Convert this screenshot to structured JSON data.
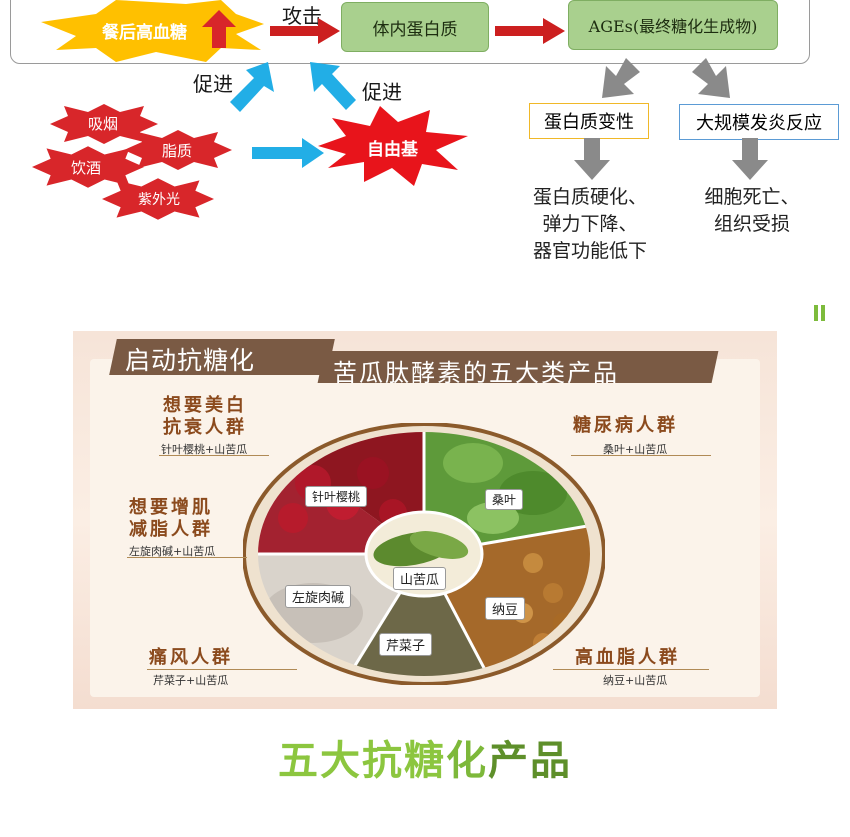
{
  "diagram": {
    "high_sugar": "餐后高血糖",
    "attack": "攻击",
    "protein": "体内蛋白质",
    "ages": "AGEs(最终糖化生成物)",
    "promote_left": "促进",
    "promote_right": "促进",
    "causes": [
      "吸烟",
      "饮酒",
      "脂质",
      "紫外光"
    ],
    "free_radical": "自由基",
    "protein_denature": "蛋白质变性",
    "inflammation": "大规模发炎反应",
    "result_left": [
      "蛋白质硬化、",
      "弹力下降、",
      "器官功能低下"
    ],
    "result_right": [
      "细胞死亡、",
      "组织受损"
    ],
    "colors": {
      "arrow_red": "#cc1f1f",
      "arrow_blue": "#22aee6",
      "arrow_gray": "#8a8a8a",
      "box_green": "#a9d08e",
      "star_yellow": "#ffc000",
      "star_red": "#d8262a"
    }
  },
  "pause_icon": "pause-icon",
  "panel": {
    "header_left": "启动抗糖化",
    "header_right": "苦瓜肽酵素的五大类产品",
    "groups": {
      "whitening": {
        "title1": "想要美白",
        "title2": "抗衰人群",
        "sub": "针叶樱桃+山苦瓜"
      },
      "diabetes": {
        "title": "糖尿病人群",
        "sub": "桑叶+山苦瓜"
      },
      "muscle": {
        "title1": "想要增肌",
        "title2": "减脂人群",
        "sub": "左旋肉碱+山苦瓜"
      },
      "gout": {
        "title": "痛风人群",
        "sub": "芹菜子+山苦瓜"
      },
      "lipid": {
        "title": "高血脂人群",
        "sub": "纳豆+山苦瓜"
      }
    },
    "segments": {
      "cherry": "针叶樱桃",
      "mulberry": "桑叶",
      "center": "山苦瓜",
      "carnitine": "左旋肉碱",
      "natto": "纳豆",
      "celery": "芹菜子"
    }
  },
  "footer": {
    "part1": "五大抗糖",
    "part2": "化",
    "part3": "产品",
    "colors": {
      "part1": "#8cc63f",
      "part2": "#7db83a",
      "part3": "#5e8f2a"
    }
  }
}
